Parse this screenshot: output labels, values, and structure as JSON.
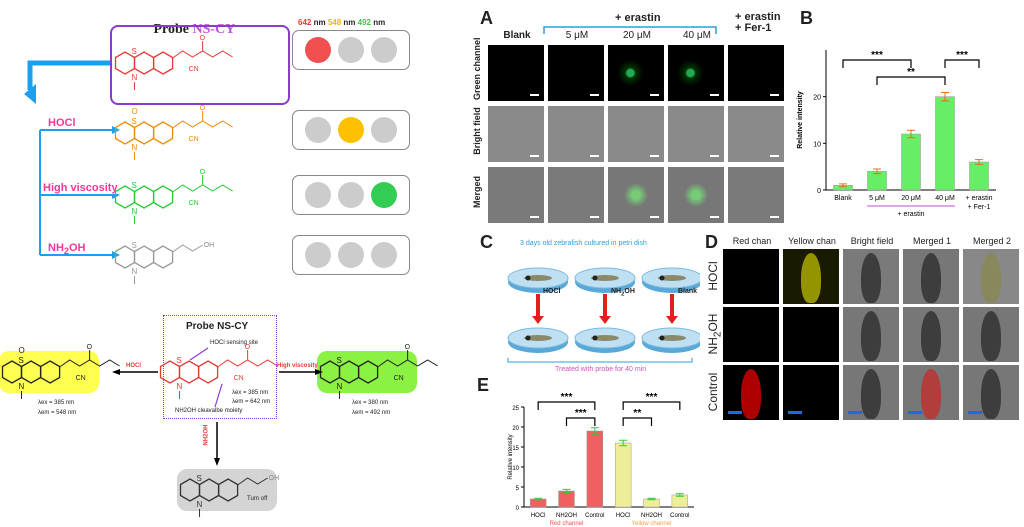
{
  "scheme": {
    "title_prefix": "Probe ",
    "title_name": "NS-CY",
    "wavelengths": [
      {
        "label": "642",
        "color": "#e53935"
      },
      {
        "label": "548",
        "color": "#f5b400"
      },
      {
        "label": "492",
        "color": "#3cc83c"
      }
    ],
    "nm": "nm",
    "rows": [
      {
        "label": "",
        "color": "#e53935",
        "lights": [
          "#f05050",
          "#cccccc",
          "#cccccc"
        ]
      },
      {
        "label": "HOCl",
        "color": "#ff3399",
        "lights": [
          "#cccccc",
          "#ffc000",
          "#cccccc"
        ]
      },
      {
        "label": "High viscosity",
        "color": "#ff3399",
        "lights": [
          "#cccccc",
          "#cccccc",
          "#33cc55"
        ]
      },
      {
        "label": "NH2OH",
        "color": "#ff3399",
        "lights": [
          "#cccccc",
          "#cccccc",
          "#cccccc"
        ]
      }
    ],
    "atoms": {
      "S": "S",
      "N": "N",
      "O": "O",
      "CN": "CN",
      "OH": "OH",
      "SO": "O"
    }
  },
  "mechanism": {
    "title": "Probe NS-CY",
    "hocl_site": "HOCl sensing site",
    "nh2oh_site": "NH2OH cleavalbe moiety",
    "probe_ex": "λex = 385 nm",
    "probe_em": "λem = 642 nm",
    "hocl_label": "HOCl",
    "visc_label": "High viscosity",
    "nh2oh_label": "NH2OH",
    "left_ex": "λex = 385 nm",
    "left_em": "λem = 548 nm",
    "right_ex": "λex = 380 nm",
    "right_em": "λem = 492 nm",
    "turn_off": "Turn off"
  },
  "panelA": {
    "letter": "A",
    "group_erastin": "+ erastin",
    "group_fer": "+ erastin\n+ Fer-1",
    "columns": [
      "Blank",
      "5 μM",
      "20 μM",
      "40 μM",
      ""
    ],
    "rows": [
      "Green channel",
      "Bright field",
      "Merged"
    ]
  },
  "panelB": {
    "letter": "B",
    "chart_data": {
      "type": "bar",
      "categories": [
        "Blank",
        "5 μM",
        "20 μM",
        "40 μM",
        "+ erastin\n+ Fer-1"
      ],
      "values": [
        1,
        4,
        12,
        20,
        6
      ],
      "errors": [
        0.3,
        0.5,
        0.8,
        0.9,
        0.5
      ],
      "ylabel": "Relative intensity",
      "yticks": [
        0,
        10,
        20
      ],
      "ylim": [
        0,
        30
      ],
      "group_label": "+ erastin",
      "bar_color": "#66ee66",
      "significance": [
        {
          "from": 0,
          "to": 2,
          "label": "***"
        },
        {
          "from": 3,
          "to": 4,
          "label": "***"
        },
        {
          "from": 1,
          "to": 3,
          "label": "**"
        }
      ]
    }
  },
  "panelC": {
    "letter": "C",
    "top_caption": "3 days old zebrafish cultured in petri dish",
    "arrows": [
      "HOCl",
      "NH2OH",
      "Blank"
    ],
    "bottom_caption": "Treated with probe for 40 min"
  },
  "panelD": {
    "letter": "D",
    "columns": [
      "Red chan",
      "Yellow chan",
      "Bright field",
      "Merged 1",
      "Merged 2"
    ],
    "rows": [
      "HOCl",
      "NH2OH",
      "Control"
    ]
  },
  "panelE": {
    "letter": "E",
    "chart_data": {
      "type": "bar",
      "categories": [
        "HOCl",
        "NH2OH",
        "Control",
        "HOCl",
        "NH2OH",
        "Control"
      ],
      "groups": [
        "Red channel",
        "Yellow channel"
      ],
      "values": [
        2,
        4,
        19,
        16,
        2,
        3
      ],
      "errors": [
        0.2,
        0.4,
        0.8,
        0.7,
        0.2,
        0.3
      ],
      "colors": [
        "#f06060",
        "#f06060",
        "#f06060",
        "#eeee99",
        "#eeee99",
        "#eeee99"
      ],
      "group_colors": [
        "#f05050",
        "#f0a040"
      ],
      "ylabel": "Relative intensity",
      "yticks": [
        0,
        5,
        10,
        15,
        20,
        25
      ],
      "ylim": [
        0,
        25
      ],
      "significance": [
        {
          "from": 0,
          "to": 2,
          "label": "***"
        },
        {
          "from": 1,
          "to": 2,
          "label": "***"
        },
        {
          "from": 3,
          "to": 5,
          "label": "***"
        },
        {
          "from": 3,
          "to": 4,
          "label": "**"
        }
      ]
    }
  }
}
